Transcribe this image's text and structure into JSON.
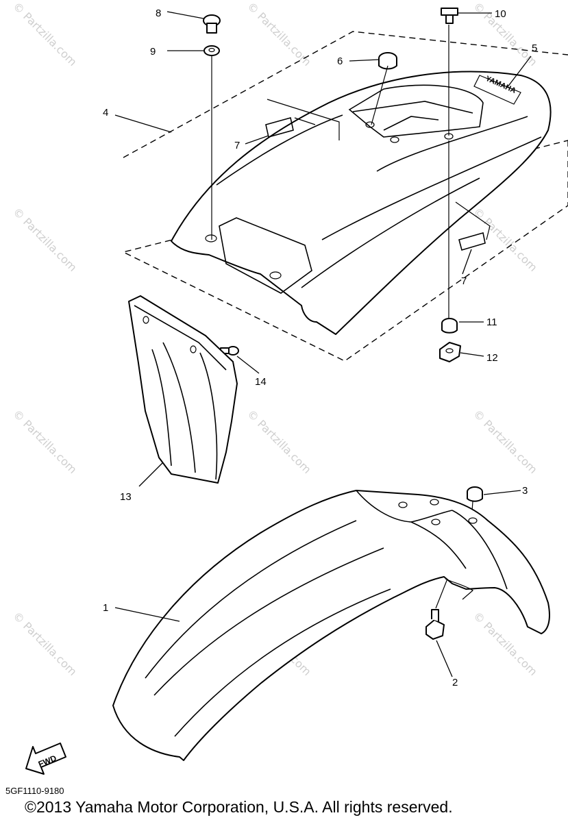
{
  "diagram_code": "5GF1110-9180",
  "copyright": "©2013 Yamaha Motor Corporation, U.S.A. All rights reserved.",
  "brand_mark": "YAMAHA",
  "direction_label": "FWD",
  "watermark": "© Partzilla.com",
  "callouts": [
    "1",
    "2",
    "3",
    "4",
    "5",
    "6",
    "7",
    "7",
    "8",
    "9",
    "10",
    "11",
    "12",
    "13",
    "14"
  ]
}
